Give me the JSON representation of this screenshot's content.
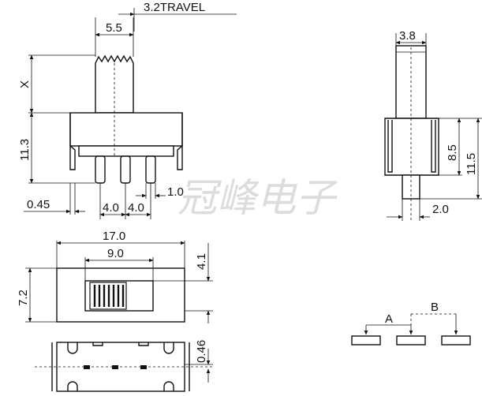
{
  "dimensions": {
    "travel": "3.2TRAVEL",
    "knob_width": "5.5",
    "x_height": "X",
    "body_height": "11.3",
    "offset_045": "0.45",
    "pitch_a": "4.0",
    "pitch_b": "4.0",
    "pin_width": "1.0",
    "side_width": "3.8",
    "side_h1": "8.5",
    "side_h2": "11.5",
    "side_pin": "2.0",
    "overall_length": "17.0",
    "window_length": "9.0",
    "top_offset": "4.1",
    "body_width": "7.2",
    "pad_offset": "0.46"
  },
  "pad_labels": {
    "a": "A",
    "b": "B"
  },
  "watermark": "冠峰电子"
}
